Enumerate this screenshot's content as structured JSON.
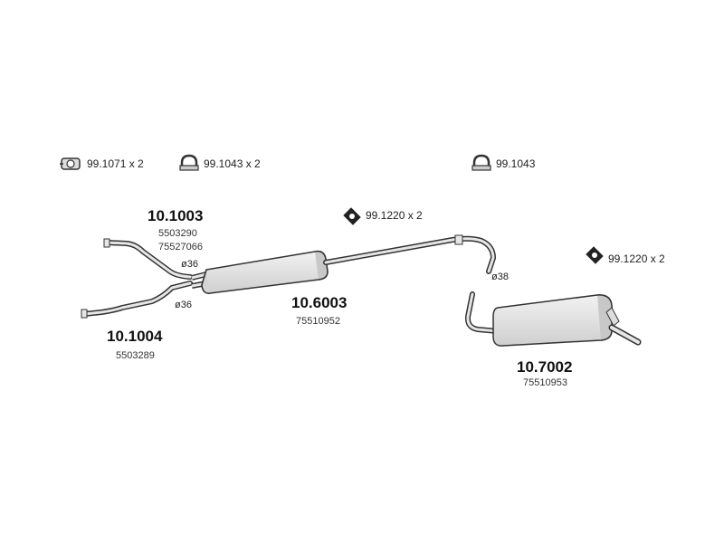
{
  "accessories": {
    "a1": {
      "icon": "pipe-clamp-icon",
      "label": "99.1071 x 2"
    },
    "a2": {
      "icon": "u-bolt-clamp-icon",
      "label": "99.1043 x 2"
    },
    "a3": {
      "icon": "u-bolt-clamp-icon",
      "label": "99.1043"
    },
    "a4": {
      "icon": "rubber-hanger-icon",
      "label": "99.1220 x 2"
    },
    "a5": {
      "icon": "rubber-hanger-icon",
      "label": "99.1220 x 2"
    }
  },
  "parts": {
    "p1": {
      "number": "10.1003",
      "ref1": "5503290",
      "ref2": "75527066"
    },
    "p2": {
      "number": "10.1004",
      "ref1": "5503289"
    },
    "p3": {
      "number": "10.6003",
      "ref1": "75510952"
    },
    "p4": {
      "number": "10.7002",
      "ref1": "75510953"
    }
  },
  "diameters": {
    "d1": "ø36",
    "d2": "ø36",
    "d3": "ø38"
  },
  "colors": {
    "line": "#333333",
    "fill": "#e6e6e6",
    "shade": "#c8c8c8"
  }
}
